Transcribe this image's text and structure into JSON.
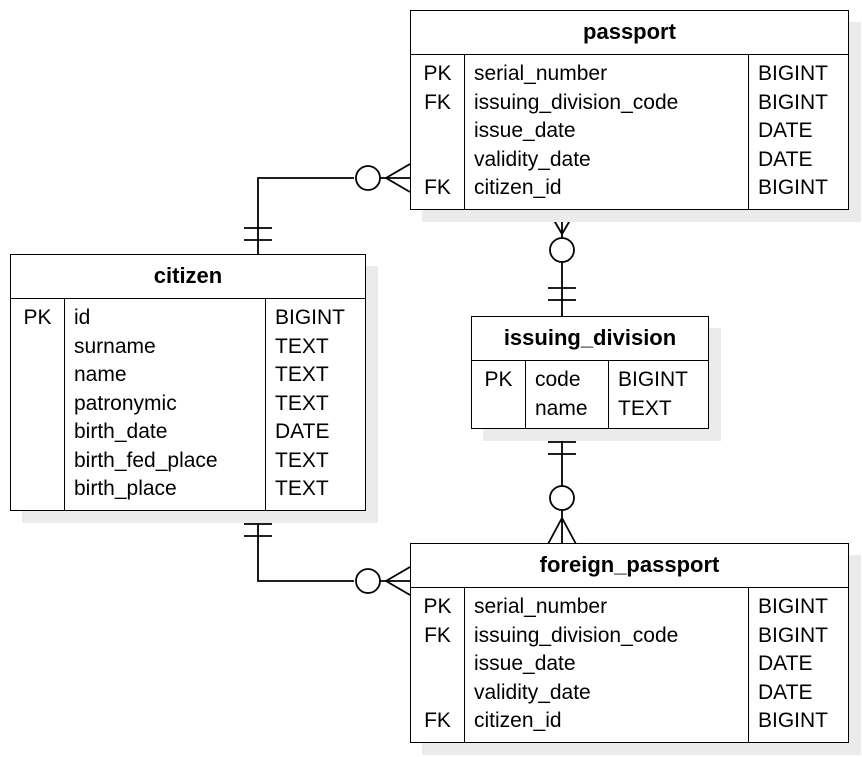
{
  "entities": {
    "passport": {
      "title": "passport",
      "rows": [
        {
          "key": "PK",
          "name": "serial_number",
          "type": "BIGINT"
        },
        {
          "key": "FK",
          "name": "issuing_division_code",
          "type": "BIGINT"
        },
        {
          "key": "",
          "name": "issue_date",
          "type": "DATE"
        },
        {
          "key": "",
          "name": "validity_date",
          "type": "DATE"
        },
        {
          "key": "FK",
          "name": "citizen_id",
          "type": "BIGINT"
        }
      ]
    },
    "citizen": {
      "title": "citizen",
      "rows": [
        {
          "key": "PK",
          "name": "id",
          "type": "BIGINT"
        },
        {
          "key": "",
          "name": "surname",
          "type": "TEXT"
        },
        {
          "key": "",
          "name": "name",
          "type": "TEXT"
        },
        {
          "key": "",
          "name": "patronymic",
          "type": "TEXT"
        },
        {
          "key": "",
          "name": "birth_date",
          "type": "DATE"
        },
        {
          "key": "",
          "name": "birth_fed_place",
          "type": "TEXT"
        },
        {
          "key": "",
          "name": "birth_place",
          "type": "TEXT"
        }
      ]
    },
    "issuing_division": {
      "title": "issuing_division",
      "rows": [
        {
          "key": "PK",
          "name": "code",
          "type": "BIGINT"
        },
        {
          "key": "",
          "name": "name",
          "type": "TEXT"
        }
      ]
    },
    "foreign_passport": {
      "title": "foreign_passport",
      "rows": [
        {
          "key": "PK",
          "name": "serial_number",
          "type": "BIGINT"
        },
        {
          "key": "FK",
          "name": "issuing_division_code",
          "type": "BIGINT"
        },
        {
          "key": "",
          "name": "issue_date",
          "type": "DATE"
        },
        {
          "key": "",
          "name": "validity_date",
          "type": "DATE"
        },
        {
          "key": "FK",
          "name": "citizen_id",
          "type": "BIGINT"
        }
      ]
    }
  },
  "relationships": [
    {
      "from": "citizen",
      "from_end": "one-and-only-one",
      "to": "passport",
      "to_end": "zero-or-many"
    },
    {
      "from": "issuing_division",
      "from_end": "one-and-only-one",
      "to": "passport",
      "to_end": "zero-or-many"
    },
    {
      "from": "issuing_division",
      "from_end": "one-and-only-one",
      "to": "foreign_passport",
      "to_end": "zero-or-many"
    },
    {
      "from": "citizen",
      "from_end": "one-and-only-one",
      "to": "foreign_passport",
      "to_end": "zero-or-many"
    }
  ]
}
